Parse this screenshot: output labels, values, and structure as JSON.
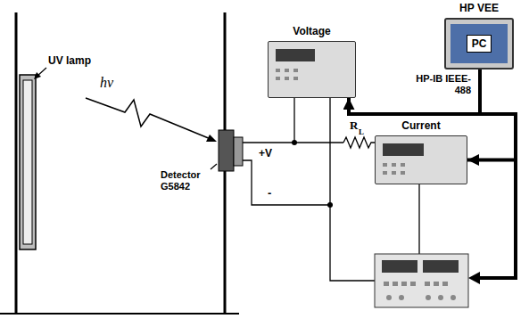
{
  "diagram": {
    "nodes": [
      {
        "text": [
          "HP VEE",
          "PC"
        ]
      },
      {
        "text": [
          "Voltage"
        ]
      },
      {
        "text": [
          "Current"
        ]
      }
    ],
    "edges": [
      {
        "from": 0,
        "to": 1,
        "arrow": "to"
      },
      {
        "from": 0,
        "to": 2,
        "arrow": "to"
      }
    ],
    "labels": [
      "UV lamp",
      "hν",
      "Detector G5842",
      "HP-IB IEEE-488",
      "+V",
      "-",
      "R",
      "L"
    ]
  }
}
